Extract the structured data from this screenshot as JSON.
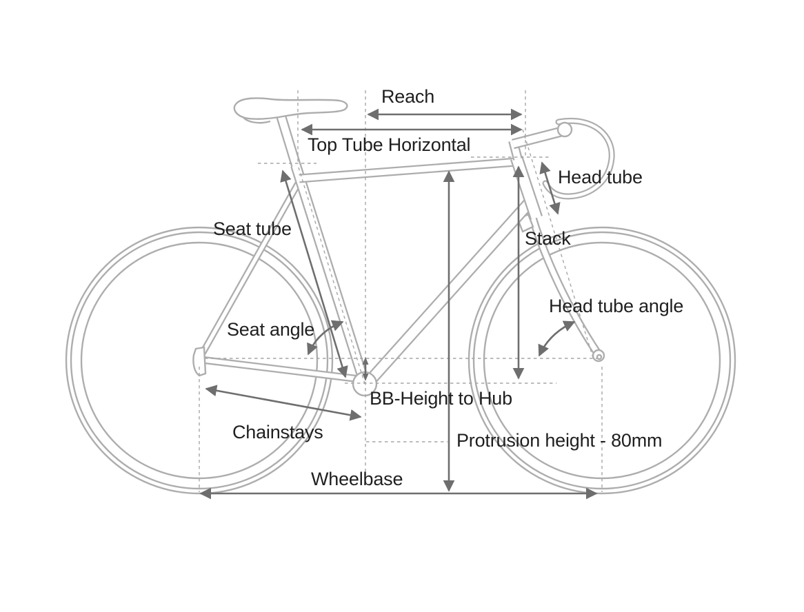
{
  "diagram": {
    "type": "bicycle-geometry-diagram",
    "labels": {
      "reach": {
        "text": "Reach"
      },
      "top_tube_horizontal": {
        "text": "Top Tube Horizontal"
      },
      "head_tube": {
        "text": "Head tube"
      },
      "seat_tube": {
        "text": "Seat tube"
      },
      "stack": {
        "text": "Stack"
      },
      "head_tube_angle": {
        "text": "Head tube angle"
      },
      "seat_angle": {
        "text": "Seat angle"
      },
      "bb_height_to_hub": {
        "text": "BB-Height to Hub"
      },
      "chainstays": {
        "text": "Chainstays"
      },
      "protrusion_height": {
        "text": "Protrusion height - 80mm"
      },
      "wheelbase": {
        "text": "Wheelbase"
      }
    },
    "colors": {
      "background": "#ffffff",
      "bike_outline": "#adadad",
      "dimension_arrows": "#6e6e6e",
      "dashed_guides": "#a6a6a6",
      "label_text": "#1f1f1f"
    }
  }
}
